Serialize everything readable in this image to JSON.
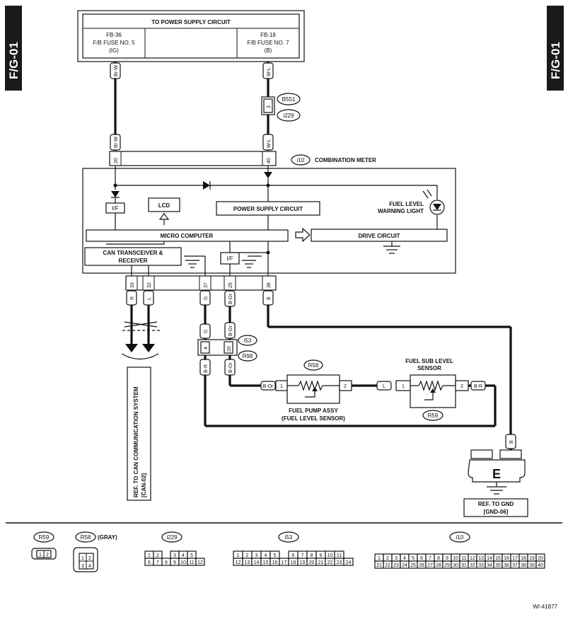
{
  "page_tags": {
    "left": "F/G-01",
    "right": "F/G-01"
  },
  "power_supply": {
    "title": "TO POWER SUPPLY CIRCUIT",
    "fuse_left": [
      "FB-36",
      "F/B FUSE NO. 5",
      "(IG)"
    ],
    "fuse_right": [
      "FB-18",
      "F/B FUSE NO. 7",
      "(B)"
    ]
  },
  "wire_colors": {
    "brw": "Br-W",
    "wl": "W-L",
    "r": "R",
    "l": "L",
    "g": "G",
    "bor": "B-Or",
    "b": "B",
    "br": "B-R"
  },
  "connectors": {
    "b551": "B551",
    "i229": "i229",
    "i10": "i10",
    "i53": "i53",
    "r98": "R98",
    "r58": "R58",
    "r59": "R59"
  },
  "pins": {
    "p20": "20",
    "p40": "40",
    "p33": "33",
    "p32": "32",
    "p37": "37",
    "p25": "25",
    "p38": "38",
    "p3": "3",
    "p4": "4",
    "p20b": "20",
    "p1": "1",
    "p2": "2"
  },
  "meter": {
    "title": "COMBINATION METER",
    "lcd": "LCD",
    "power_supply_circuit": "POWER SUPPLY CIRCUIT",
    "fuel_warning": [
      "FUEL LEVEL",
      "WARNING LIGHT"
    ],
    "micro_computer": "MICRO COMPUTER",
    "drive_circuit": "DRIVE CIRCUIT",
    "can": [
      "CAN TRANSCEIVER &",
      "RECEIVER"
    ],
    "if_label": "I/F"
  },
  "fuel_pump": [
    "FUEL PUMP ASSY",
    "(FUEL LEVEL SENSOR)"
  ],
  "fuel_sub": [
    "FUEL SUB LEVEL",
    "SENSOR"
  ],
  "can_ref": [
    "REF. TO CAN COMMUNICATION SYSTEM",
    "[CAN-02]"
  ],
  "ground": {
    "label": "E",
    "ref": [
      "REF. TO GND",
      "[GND-06]"
    ]
  },
  "legend": {
    "r59": "R59",
    "r58": "R58",
    "r58_note": "(GRAY)",
    "i229": "i229",
    "i53": "i53",
    "i10": "i10",
    "r59_pins": [
      "1",
      "2"
    ],
    "r58_pins": [
      "1",
      "2",
      "3",
      "4"
    ],
    "i229_top": [
      "1",
      "2",
      "",
      "3",
      "4",
      "5"
    ],
    "i229_bottom": [
      "6",
      "7",
      "8",
      "9",
      "10",
      "11",
      "12"
    ],
    "i53_top": [
      "1",
      "2",
      "3",
      "4",
      "5",
      "",
      "6",
      "7",
      "8",
      "9",
      "10",
      "11"
    ],
    "i53_bottom": [
      "12",
      "13",
      "14",
      "15",
      "16",
      "17",
      "18",
      "19",
      "20",
      "21",
      "22",
      "23",
      "24"
    ],
    "i10_top": [
      "1",
      "2",
      "3",
      "4",
      "5",
      "6",
      "7",
      "8",
      "9",
      "10",
      "11",
      "12",
      "13",
      "14",
      "15",
      "16",
      "17",
      "18",
      "19",
      "20"
    ],
    "i10_bottom": [
      "21",
      "22",
      "23",
      "24",
      "25",
      "26",
      "27",
      "28",
      "29",
      "30",
      "31",
      "32",
      "33",
      "34",
      "35",
      "36",
      "37",
      "38",
      "39",
      "40"
    ]
  },
  "figure_id": "WI-41877"
}
